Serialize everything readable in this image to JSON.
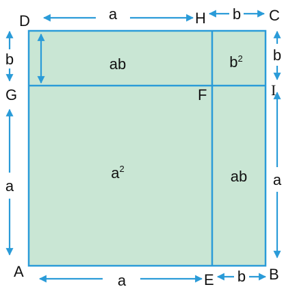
{
  "colors": {
    "fill": "#c9e6d4",
    "stroke": "#2a9bd8",
    "arrow": "#2a9bd8",
    "text": "#111111"
  },
  "vertices": {
    "A": "A",
    "B": "B",
    "C": "C",
    "D": "D",
    "E": "E",
    "F": "F",
    "G": "G",
    "H": "H",
    "I": "I"
  },
  "regions": {
    "top_left": {
      "base": "ab",
      "sup": ""
    },
    "top_right": {
      "base": "b",
      "sup": "2"
    },
    "bottom_left": {
      "base": "a",
      "sup": "2"
    },
    "bottom_right": {
      "base": "ab",
      "sup": ""
    }
  },
  "dimensions": {
    "top_a": "a",
    "top_b": "b",
    "bottom_a": "a",
    "bottom_b": "b",
    "left_b": "b",
    "left_a": "a",
    "right_b": "b",
    "right_a": "a"
  }
}
